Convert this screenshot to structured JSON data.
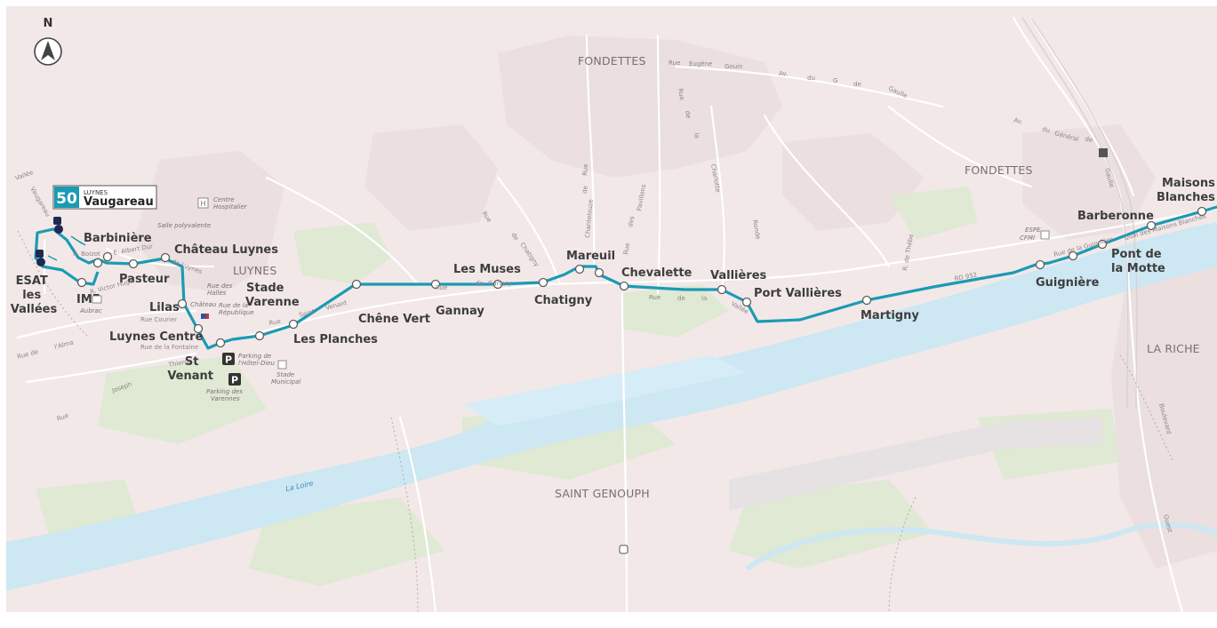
{
  "compass": {
    "letter": "N"
  },
  "line_badge": {
    "number": "50",
    "commune": "LUYNES",
    "terminus": "Vaugareau"
  },
  "colors": {
    "route": "#1a9bb3",
    "water": "#cde7f3",
    "land": "#f2e8e8",
    "green": "#dfe9d3",
    "road": "#ffffff"
  },
  "places": {
    "fondettes_top": "FONDETTES",
    "fondettes_right": "FONDETTES",
    "luynes": "LUYNES",
    "la_riche": "LA RICHE",
    "saint_genouph": "SAINT GENOUPH"
  },
  "river": {
    "name": "La Loire"
  },
  "stops": {
    "esat_les_vallees": [
      "ESAT",
      "les",
      "Vallées"
    ],
    "ime": "IME",
    "barbiniere": "Barbinière",
    "pasteur": "Pasteur",
    "chateau_luynes": "Château Luynes",
    "lilas": "Lilas",
    "luynes_centre": "Luynes Centre",
    "st_venant": [
      "St",
      "Venant"
    ],
    "stade_varenne": [
      "Stade",
      "Varenne"
    ],
    "les_planches": "Les Planches",
    "chene_vert": "Chêne Vert",
    "gannay": "Gannay",
    "les_muses": "Les Muses",
    "chatigny": "Chatigny",
    "mareuil": "Mareuil",
    "chevalette": "Chevalette",
    "vallieres": "Vallières",
    "port_vallieres": "Port Vallières",
    "martigny": "Martigny",
    "guigniere": "Guignière",
    "pont_de_la_motte": [
      "Pont de",
      "la Motte"
    ],
    "barberonne": "Barberonne",
    "maisons_blanches": [
      "Maisons",
      "Blanches"
    ]
  },
  "pois": {
    "centre_hospitalier": [
      "Centre",
      "Hospitalier"
    ],
    "salle_polyvalente": "Salle polyvalente",
    "rue_des_halles": [
      "Rue des",
      "Halles"
    ],
    "rue_de_la_republique": [
      "Rue de la",
      "République"
    ],
    "chateau": "Château",
    "aubrac": "Aubrac",
    "parking_hotel_dieu": [
      "Parking de",
      "l'Hôtel-Dieu"
    ],
    "parking_varennes": [
      "Parking des",
      "Varennes"
    ],
    "stade_municipal": [
      "Stade",
      "Municipal"
    ],
    "espe_cfmi": [
      "ESPE",
      "CFMI"
    ],
    "parking_symbol": "P",
    "hospital_symbol": "H"
  },
  "streets": {
    "vallee": "Vallée",
    "vaugareau": "Vaugareau",
    "r_boizot": "R. Boizot",
    "e_albert_dur": "E. Albert Dur",
    "de_luynes": "de Luynes",
    "r_victor_hugo": "R. Victor Hugo",
    "rue_courier": "Rue Courier",
    "rue_de_la_fontaine": "Rue de la Fontaine",
    "rue_de": "Rue de",
    "alma": "l'Alma",
    "thierry": "Thierry",
    "joseph": "Joseph",
    "rue": "Rue",
    "rue_saint_venant": [
      "Rue",
      "Saint",
      "Venant"
    ],
    "rue_de_gannay": [
      "Rue",
      "de",
      "Gannay"
    ],
    "rue_de_chatigny": [
      "Rue",
      "de",
      "Chatigny"
    ],
    "rue_de_la_vallee": [
      "Rue",
      "de",
      "la",
      "Vallée"
    ],
    "rue_eugene_gouin": [
      "Rue",
      "Eugène",
      "Gouin"
    ],
    "av_de_gaulle": [
      "Av.",
      "du",
      "G",
      "de",
      "Gaulle"
    ],
    "rue_de_la_charlotte": [
      "Rue",
      "de",
      "la",
      "Charlotte"
    ],
    "ronde": "Ronde",
    "rue_des_pavillons": [
      "Rue",
      "des",
      "Pavillons"
    ],
    "rue_de_chantelouze": [
      "Rue",
      "de",
      "Chantelouze"
    ],
    "av_du_general_de_gaulle": [
      "Av.",
      "du",
      "Général",
      "de",
      "Gaulle"
    ],
    "r_de_thebe": "R. de Thébe",
    "rd952": "RD 952",
    "rue_de_la_guignere": "Rue de la Guignière",
    "quai_des_maisons_blanches": "Quai des Maisons Blanches",
    "boulevard": "Boulevard",
    "ouest": "Ouest"
  }
}
